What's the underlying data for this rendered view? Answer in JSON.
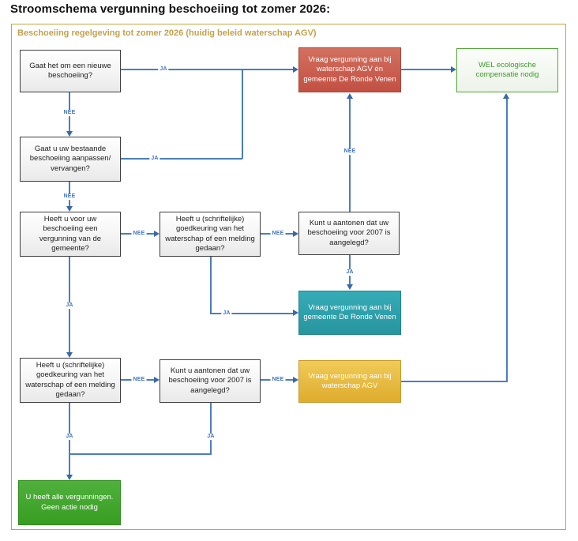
{
  "page_title": "Stroomschema vergunning beschoeiing tot zomer 2026:",
  "diagram": {
    "subtitle": "Beschoeiing regelgeving tot zomer 2026 (huidig beleid waterschap AGV)",
    "nodes": {
      "new_fencing": {
        "text": "Gaat het om een nieuwe beschoeiing?",
        "type": "question"
      },
      "modify_existing": {
        "text": "Gaat u uw bestaande beschoeiing aanpassen/ vervangen?",
        "type": "question"
      },
      "municipal_permit": {
        "text": "Heeft u voor uw beschoeiing een vergunning van de gemeente?",
        "type": "question"
      },
      "waterboard_approval_1": {
        "text": "Heeft u (schriftelijke) goedkeuring van het waterschap of een melding gedaan?",
        "type": "question"
      },
      "before_2007_1": {
        "text": "Kunt u aantonen dat uw beschoeiing voor 2007 is aangelegd?",
        "type": "question"
      },
      "permit_agv_municipality": {
        "text": "Vraag vergunning aan bij waterschap AGV én gemeente De Ronde Venen",
        "type": "action-red"
      },
      "ecological_compensation": {
        "text": "WEL ecologische compensatie nodig",
        "type": "outcome-green-outline"
      },
      "permit_municipality": {
        "text": "Vraag vergunning aan bij gemeente De Ronde Venen",
        "type": "action-teal"
      },
      "waterboard_approval_2": {
        "text": "Heeft u (schriftelijke) goedkeuring van het waterschap of een melding gedaan?",
        "type": "question"
      },
      "before_2007_2": {
        "text": "Kunt u aantonen dat uw beschoeiing voor 2007 is aangelegd?",
        "type": "question"
      },
      "permit_agv": {
        "text": "Vraag vergunning aan bij waterschap AGV",
        "type": "action-yellow"
      },
      "all_permits": {
        "text": "U heeft alle vergunningen. Geen actie nodig",
        "type": "outcome-green"
      }
    },
    "edges": {
      "new_yes": {
        "label": "JA"
      },
      "new_no": {
        "label": "NEE"
      },
      "existing_yes": {
        "label": "JA"
      },
      "existing_no": {
        "label": "NEE"
      },
      "permit_no": {
        "label": "NEE"
      },
      "permit_yes": {
        "label": "JA"
      },
      "approval1_no": {
        "label": "NEE"
      },
      "approval1_yes": {
        "label": "JA"
      },
      "before2007_1_no": {
        "label": "NEE"
      },
      "before2007_1_yes": {
        "label": "JA"
      },
      "approval2_no": {
        "label": "NEE"
      },
      "approval2_yes": {
        "label": "JA"
      },
      "before2007_2_no": {
        "label": "NEE"
      },
      "before2007_2_yes": {
        "label": "JA"
      }
    },
    "colors": {
      "accent_blue": "#4472C4",
      "frame_gold": "#C9A43C",
      "subtitle_gold": "#C2A14D",
      "action_red": "#C0504D",
      "action_teal": "#2E9FA8",
      "action_yellow": "#DFAC2E",
      "action_green": "#3E9E2A",
      "outcome_border_green": "#55A63B",
      "question_border": "#3F3F3F"
    }
  }
}
